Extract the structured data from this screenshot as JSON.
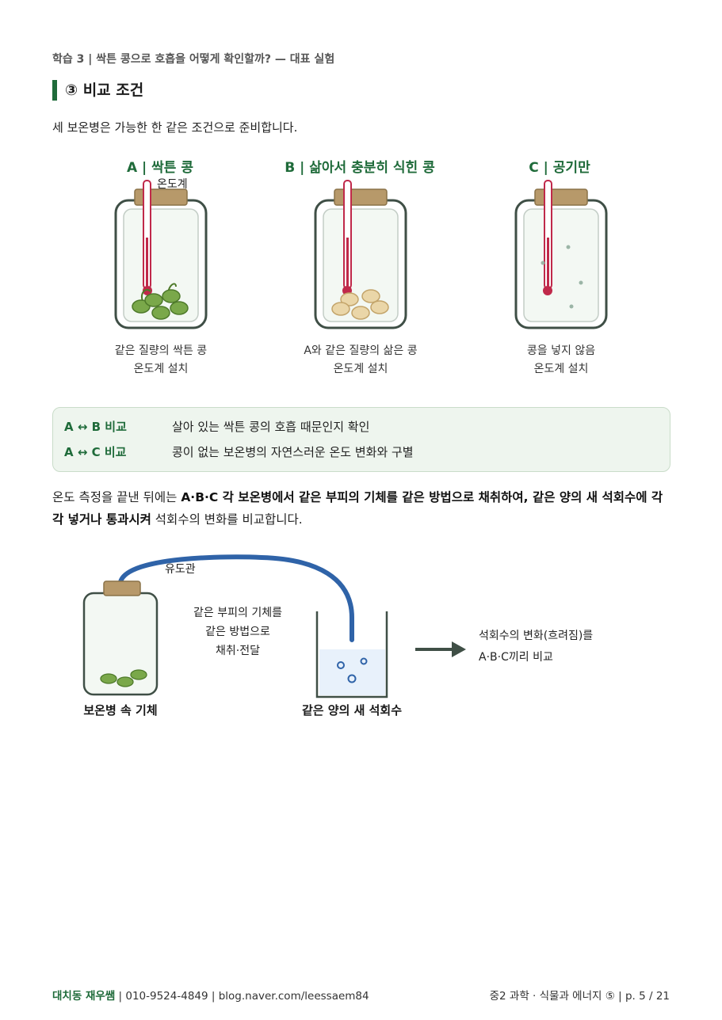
{
  "header": {
    "title": "학습 3 | 싹튼 콩으로 호흡을 어떻게 확인할까? — 대표 실험"
  },
  "section": {
    "title": "③ 비교 조건"
  },
  "intro": "세 보온병은 가능한 한 같은 조건으로 준비합니다.",
  "jars": [
    {
      "label": "A | 싹튼 콩",
      "caption1": "같은 질량의 싹튼 콩",
      "caption2": "온도계 설치"
    },
    {
      "label": "B | 삶아서 충분히 식힌 콩",
      "caption1": "A와 같은 질량의 삶은 콩",
      "caption2": "온도계 설치"
    },
    {
      "label": "C | 공기만",
      "caption1": "콩을 넣지 않음",
      "caption2": "온도계 설치"
    }
  ],
  "thermometer_label": "온도계",
  "comparisons": [
    {
      "key": "A ↔ B 비교",
      "value": "살아 있는 싹튼 콩의 호흡 때문인지 확인"
    },
    {
      "key": "A ↔ C 비교",
      "value": "콩이 없는 보온병의 자연스러운 온도 변화와 구별"
    }
  ],
  "paragraph": {
    "p1": "온도 측정을 끝낸 뒤에는 ",
    "b1": "A·B·C 각 보온병에서 같은 부피의 기체를 같은 방법으로 채취하여, 같은 양의 새 석회수에 각각 넣거나 통과시켜",
    "p2": " 석회수의 변화를 비교합니다."
  },
  "diagram": {
    "tube_label": "유도관",
    "transfer_lines": [
      "같은 부피의 기체를",
      "같은 방법으로",
      "채취·전달"
    ],
    "result_lines": [
      "석회수의 변화(흐려짐)를",
      "A·B·C끼리 비교"
    ],
    "bottle_label": "보온병 속 기체",
    "beaker_label": "같은 양의 새 석회수"
  },
  "footer": {
    "brand": "대치동 재우쌤",
    "contact": " | 010-9524-4849 | blog.naver.com/leessaem84",
    "course": "중2 과학 · 식물과 에너지 ⑤ | p. 5 / 21"
  },
  "colors": {
    "accent": "#1f6b3a",
    "box_bg": "#eef5ee",
    "tube": "#2f63a8",
    "thermometer": "#c0294a",
    "sprout": "#6a9a3a",
    "boiled_bean": "#e8d3a4"
  }
}
